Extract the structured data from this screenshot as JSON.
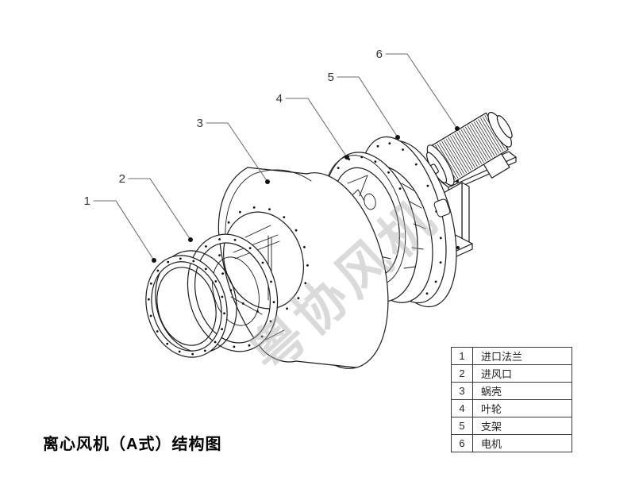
{
  "title": "离心风机（A式）结构图",
  "watermark": "粤协风机",
  "callouts": [
    {
      "num": "1",
      "label": "进口法兰"
    },
    {
      "num": "2",
      "label": "进风口"
    },
    {
      "num": "3",
      "label": "蜗壳"
    },
    {
      "num": "4",
      "label": "叶轮"
    },
    {
      "num": "5",
      "label": "支架"
    },
    {
      "num": "6",
      "label": "电机"
    }
  ],
  "colors": {
    "line": "#1a1a1a",
    "leader": "#6e6e6e",
    "callout_dot": "#111111",
    "watermark": "#a9a9a9",
    "table_border": "#3a3a3a",
    "text": "#1f1f1f",
    "background": "#ffffff"
  }
}
